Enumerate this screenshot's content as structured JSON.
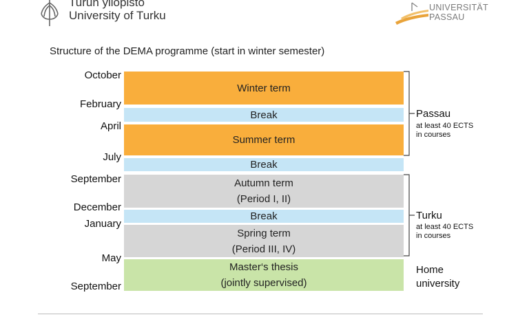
{
  "header": {
    "turku_line1": "Turun yliopisto",
    "turku_line2": "University of Turku",
    "passau_line1": "UNIVERSITÄT",
    "passau_line2": "PASSAU"
  },
  "title": "Structure of the DEMA programme (start in winter semester)",
  "months": {
    "october": "October",
    "february": "February",
    "april": "April",
    "july": "July",
    "september1": "September",
    "december": "December",
    "january": "January",
    "may": "May",
    "september2": "September"
  },
  "blocks": {
    "winter": "Winter term",
    "break1": "Break",
    "summer": "Summer term",
    "break2": "Break",
    "autumn_l1": "Autumn term",
    "autumn_l2": "(Period I, II)",
    "break3": "Break",
    "spring_l1": "Spring term",
    "spring_l2": "(Period III, IV)",
    "thesis_l1": "Master‘s thesis",
    "thesis_l2": "(jointly supervised)"
  },
  "side": {
    "passau": "Passau",
    "passau_sub1": "at least 40 ECTS",
    "passau_sub2": "in courses",
    "turku": "Turku",
    "turku_sub1": "at least 40 ECTS",
    "turku_sub2": "in courses",
    "home_l1": "Home",
    "home_l2": "university"
  },
  "colors": {
    "orange": "#f9ae3c",
    "blue": "#c5e5f6",
    "grey": "#d6d6d6",
    "green": "#c9e4a8"
  }
}
